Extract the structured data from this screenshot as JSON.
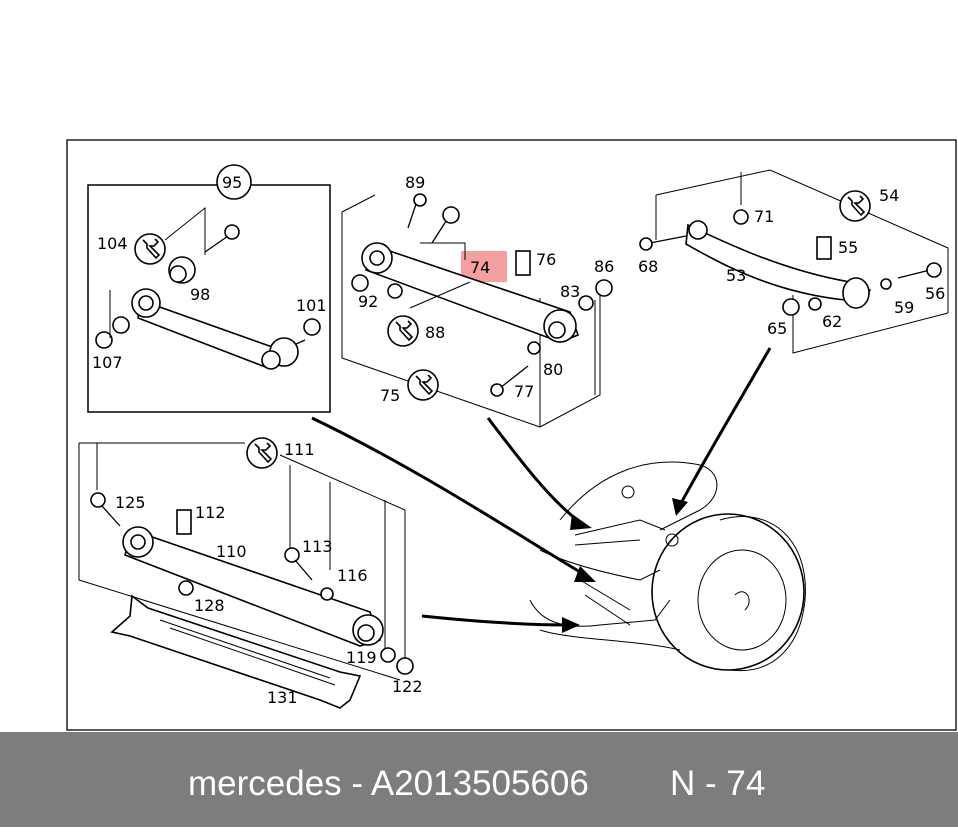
{
  "highlight": {
    "label": "74",
    "color": "#f4a0a0"
  },
  "callouts": {
    "c95": "95",
    "c104": "104",
    "c98": "98",
    "c101": "101",
    "c107": "107",
    "c89": "89",
    "c76": "76",
    "c86": "86",
    "c83": "83",
    "c92": "92",
    "c88": "88",
    "c80": "80",
    "c77": "77",
    "c75": "75",
    "c54": "54",
    "c71": "71",
    "c68": "68",
    "c55": "55",
    "c53": "53",
    "c56": "56",
    "c59": "59",
    "c62": "62",
    "c65": "65",
    "c111": "111",
    "c125": "125",
    "c112": "112",
    "c110": "110",
    "c113": "113",
    "c116": "116",
    "c128": "128",
    "c119": "119",
    "c122": "122",
    "c131": "131"
  },
  "footer": {
    "left": "mercedes - A2013505606",
    "right": "N - 74"
  },
  "colors": {
    "footer_bg": "#7d7d7d",
    "footer_text": "#ffffff"
  },
  "icons": [
    "wrench-icon"
  ]
}
